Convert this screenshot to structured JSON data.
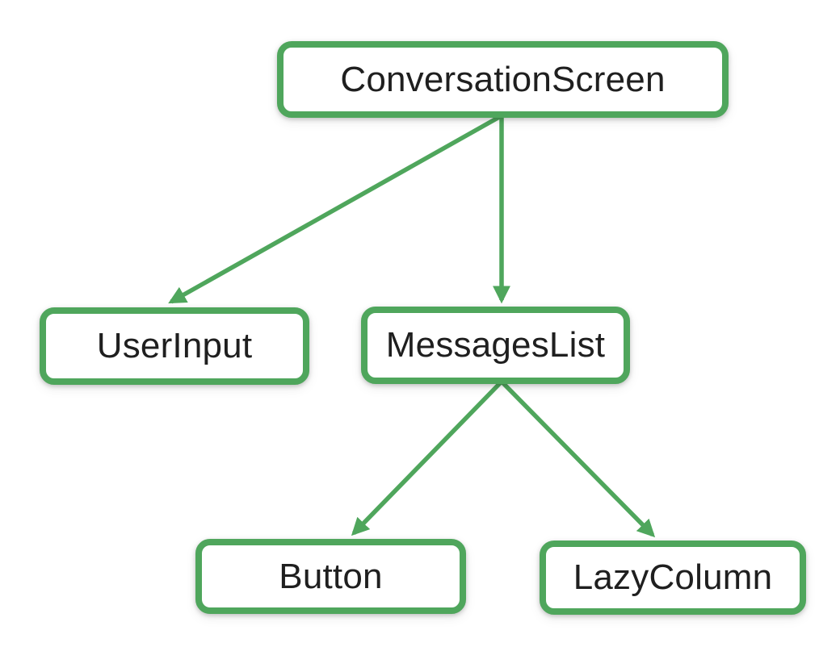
{
  "diagram": {
    "type": "tree",
    "description": "UI component hierarchy diagram",
    "nodes": [
      {
        "id": "conversation-screen",
        "label": "ConversationScreen"
      },
      {
        "id": "user-input",
        "label": "UserInput"
      },
      {
        "id": "messages-list",
        "label": "MessagesList"
      },
      {
        "id": "button",
        "label": "Button"
      },
      {
        "id": "lazy-column",
        "label": "LazyColumn"
      }
    ],
    "edges": [
      {
        "from": "ConversationScreen",
        "to": "UserInput"
      },
      {
        "from": "ConversationScreen",
        "to": "MessagesList"
      },
      {
        "from": "MessagesList",
        "to": "Button"
      },
      {
        "from": "MessagesList",
        "to": "LazyColumn"
      }
    ]
  },
  "colors": {
    "accent": "#4FA65C",
    "node_fill": "#FFFFFF",
    "text": "#1F1F1F",
    "background": "#FFFFFF"
  }
}
